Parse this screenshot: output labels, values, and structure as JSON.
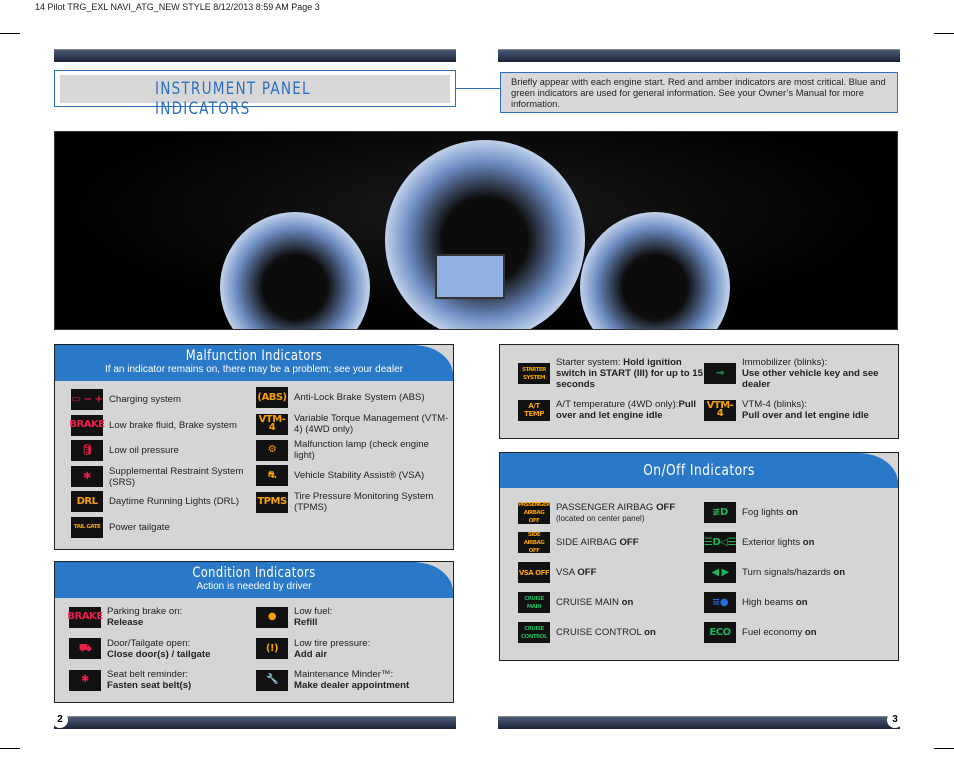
{
  "slug": "14 Pilot TRG_EXL NAVI_ATG_NEW STYLE  8/12/2013  8:59 AM  Page 3",
  "title": "INSTRUMENT PANEL INDICATORS",
  "intro": "Briefly appear with each engine start. Red and amber indicators are most critical. Blue and green indicators are used for general information. See your Owner’s Manual for more information.",
  "colors": {
    "accent": "#2a78c8",
    "red": "#e8204a",
    "amber": "#f5a000",
    "green": "#1fb45a",
    "blue": "#1e6ee0",
    "panel": "#d6d5d6"
  },
  "malfunction": {
    "title": "Malfunction Indicators",
    "subtitle": "If an indicator remains on, there may be a problem; see your dealer",
    "left": [
      {
        "icon": "battery-icon",
        "glyph": "▭ − +",
        "color": "#e8204a",
        "text": "Charging system"
      },
      {
        "icon": "brake-icon",
        "glyph": "BRAKE",
        "color": "#e8204a",
        "text": "Low brake fluid, Brake system"
      },
      {
        "icon": "oil-can-icon",
        "glyph": "🛢",
        "color": "#e8204a",
        "text": "Low oil pressure"
      },
      {
        "icon": "srs-icon",
        "glyph": "✱",
        "color": "#e8204a",
        "text": "Supplemental Restraint System (SRS)"
      },
      {
        "icon": "drl-icon",
        "glyph": "DRL",
        "color": "#f5a000",
        "text": "Daytime Running Lights (DRL)"
      },
      {
        "icon": "tailgate-icon",
        "glyph": "TAIL GATE",
        "color": "#f5a000",
        "text": "Power tailgate"
      }
    ],
    "right": [
      {
        "icon": "abs-icon",
        "glyph": "(ABS)",
        "color": "#f5a000",
        "text": "Anti-Lock Brake System (ABS)"
      },
      {
        "icon": "vtm4-icon",
        "glyph": "VTM-4",
        "color": "#f5a000",
        "text": "Variable Torque Management (VTM-4) (4WD only)"
      },
      {
        "icon": "check-engine-icon",
        "glyph": "⚙",
        "color": "#f5a000",
        "text": "Malfunction lamp (check engine light)"
      },
      {
        "icon": "vsa-icon",
        "glyph": "⛐",
        "color": "#f5a000",
        "text": "Vehicle Stability Assist® (VSA)"
      },
      {
        "icon": "tpms-icon",
        "glyph": "TPMS",
        "color": "#f5a000",
        "text": "Tire Pressure Monitoring System (TPMS)"
      }
    ]
  },
  "condition": {
    "title": "Condition Indicators",
    "subtitle": "Action is needed by driver",
    "left": [
      {
        "icon": "brake-icon",
        "glyph": "BRAKE",
        "color": "#e8204a",
        "text": "Parking brake on:",
        "bold": "Release"
      },
      {
        "icon": "door-open-icon",
        "glyph": "⛟",
        "color": "#e8204a",
        "text": "Door/Tailgate open:",
        "bold": "Close door(s) / tailgate"
      },
      {
        "icon": "seatbelt-icon",
        "glyph": "✱",
        "color": "#e8204a",
        "text": "Seat belt reminder:",
        "bold": "Fasten seat belt(s)"
      }
    ],
    "right": [
      {
        "icon": "fuel-icon",
        "glyph": "●",
        "color": "#f5a000",
        "text": "Low fuel:",
        "bold": "Refill"
      },
      {
        "icon": "tire-pressure-icon",
        "glyph": "(!)",
        "color": "#f5a000",
        "text": "Low tire pressure:",
        "bold": "Add air"
      },
      {
        "icon": "wrench-icon",
        "glyph": "🔧",
        "color": "#f5a000",
        "text": "Maintenance Minder™:",
        "bold": "Make dealer appointment"
      }
    ]
  },
  "other": {
    "left": [
      {
        "icon": "starter-system-icon",
        "glyph": "STARTER SYSTEM",
        "color": "#f5a000",
        "text": "Starter system: ",
        "bold": "Hold ignition switch in START (III) for up to 15 seconds"
      },
      {
        "icon": "at-temp-icon",
        "glyph": "A/T TEMP",
        "color": "#f5a000",
        "text": "A/T temperature (4WD only):",
        "bold": "Pull over and let engine idle"
      }
    ],
    "right": [
      {
        "icon": "immobilizer-key-icon",
        "glyph": "⊸",
        "color": "#1fb45a",
        "text": "Immobilizer (blinks):",
        "bold": "Use other vehicle key and see dealer"
      },
      {
        "icon": "vtm4-icon",
        "glyph": "VTM-4",
        "color": "#f5a000",
        "text": "VTM-4 (blinks):",
        "bold": "Pull over and let engine idle"
      }
    ]
  },
  "onoff": {
    "title": "On/Off Indicators",
    "left": [
      {
        "icon": "passenger-airbag-off-icon",
        "glyph": "PASSENGER AIRBAG OFF",
        "color": "#f5a000",
        "text": "PASSENGER AIRBAG ",
        "bold": "OFF",
        "note": "(located on center panel)"
      },
      {
        "icon": "side-airbag-off-icon",
        "glyph": "SIDE AIRBAG OFF",
        "color": "#f5a000",
        "text": "SIDE AIRBAG ",
        "bold": "OFF"
      },
      {
        "icon": "vsa-off-icon",
        "glyph": "VSA OFF",
        "color": "#f5a000",
        "text": "VSA ",
        "bold": "OFF"
      },
      {
        "icon": "cruise-main-icon",
        "glyph": "CRUISE MAIN",
        "color": "#1fb45a",
        "text": "CRUISE MAIN ",
        "bold": "on"
      },
      {
        "icon": "cruise-control-icon",
        "glyph": "CRUISE CONTROL",
        "color": "#1fb45a",
        "text": "CRUISE CONTROL ",
        "bold": "on"
      }
    ],
    "right": [
      {
        "icon": "fog-light-icon",
        "glyph": "≢D",
        "color": "#1fb45a",
        "text": "Fog lights ",
        "bold": "on"
      },
      {
        "icon": "exterior-lights-icon",
        "glyph": "☰D◁☰",
        "color": "#1fb45a",
        "text": "Exterior lights ",
        "bold": "on"
      },
      {
        "icon": "turn-signal-icon",
        "glyph": "◀ ▶",
        "color": "#1fb45a",
        "text": "Turn signals/hazards ",
        "bold": "on"
      },
      {
        "icon": "high-beam-icon",
        "glyph": "≡●",
        "color": "#1e6ee0",
        "text": "High beams ",
        "bold": "on"
      },
      {
        "icon": "eco-icon",
        "glyph": "ECO",
        "color": "#1fb45a",
        "text": "Fuel economy ",
        "bold": "on"
      }
    ]
  },
  "page_left": "2",
  "page_right": "3"
}
